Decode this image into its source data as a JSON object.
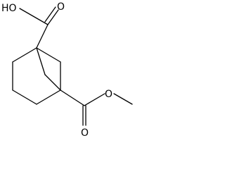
{
  "molecule": {
    "atom_labels": {
      "hydroxyl": "HO",
      "acid_carbonyl_oxygen": "O",
      "ester_ether_oxygen": "O",
      "ester_carbonyl_oxygen": "O"
    }
  }
}
